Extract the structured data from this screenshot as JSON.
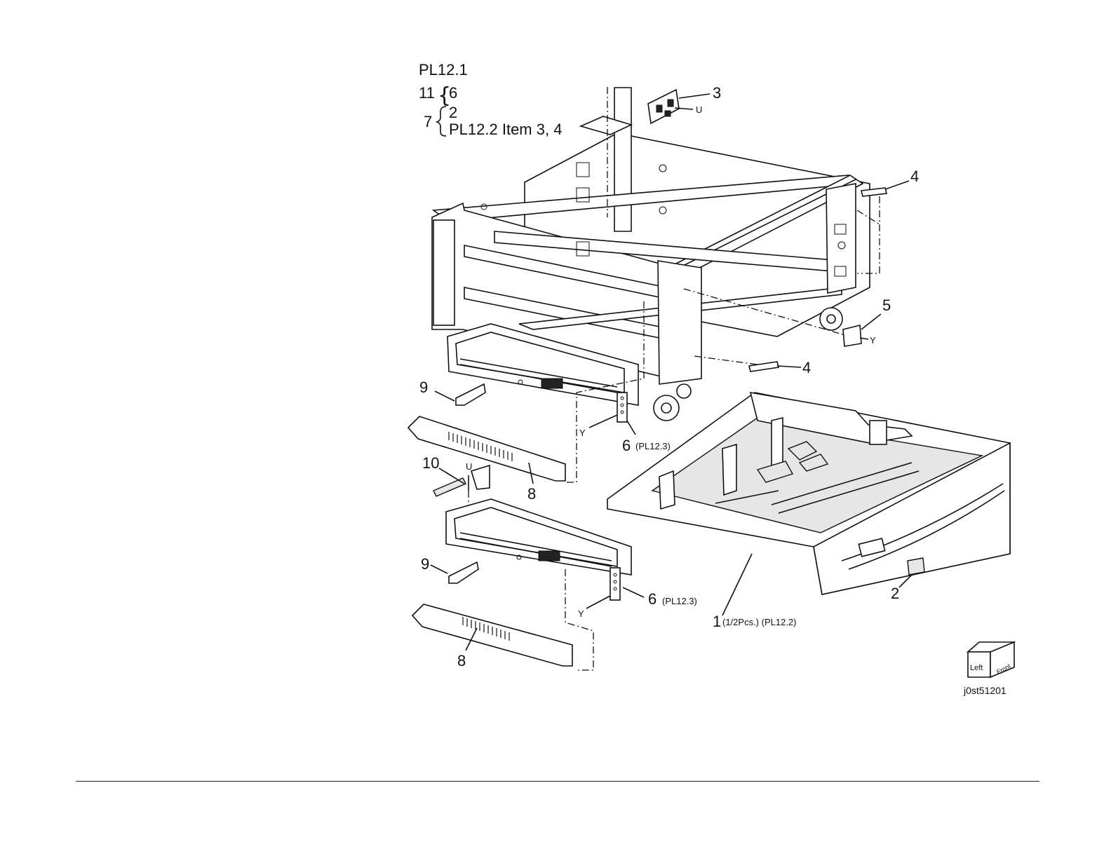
{
  "plate": {
    "title": "PL12.1",
    "note1": {
      "parent": "11",
      "children": [
        "6"
      ]
    },
    "note2": {
      "parent": "7",
      "children": [
        "2",
        "PL12.2 Item 3, 4"
      ]
    }
  },
  "callouts": {
    "c3": "3",
    "cU_top": "U",
    "c4_top": "4",
    "c5": "5",
    "cY_right": "Y",
    "c4_mid": "4",
    "c9_upper": "9",
    "cY_upper": "Y",
    "c6_upper": "6",
    "c6_upper_ref": "(PL12.3)",
    "c10": "10",
    "cU_left": "U",
    "c8_upper": "8",
    "c9_lower": "9",
    "c6_lower": "6",
    "c6_lower_ref": "(PL12.3)",
    "cY_lower": "Y",
    "c8_lower": "8",
    "c1": "1",
    "c1_ref": "(1/2Pcs.) (PL12.2)",
    "c2": "2"
  },
  "orientation": {
    "left": "Left",
    "front": "Front"
  },
  "figure_id": "j0st51201"
}
